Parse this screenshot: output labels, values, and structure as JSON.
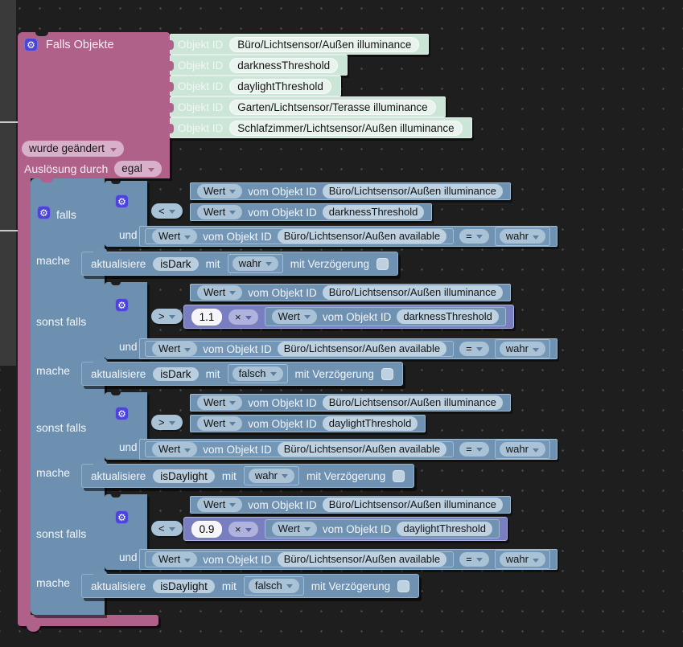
{
  "icons": {
    "gear": "⚙"
  },
  "colors": {
    "rule_pink": "#b0618a",
    "logic_blue": "#6d90b0",
    "math_violet": "#797ec1",
    "object_green": "#cbe5d6",
    "background": "#1e1e1e"
  },
  "rule": {
    "title": "Falls Objekte",
    "object_rows": [
      {
        "label": "Objekt ID",
        "value": "Büro/Lichtsensor/Außen illuminance"
      },
      {
        "label": "Objekt ID",
        "value": "darknessThreshold"
      },
      {
        "label": "Objekt ID",
        "value": "daylightThreshold"
      },
      {
        "label": "Objekt ID",
        "value": "Garten/Lichtsensor/Terasse illuminance"
      },
      {
        "label": "Objekt ID",
        "value": "Schlafzimmer/Lichtsensor/Außen illuminance"
      }
    ],
    "trigger": {
      "change": "wurde geändert",
      "by_label": "Auslösung durch",
      "mode": "egal"
    }
  },
  "if": {
    "branches": [
      {
        "keyword": "falls",
        "do_label": "mache",
        "and_label": "und",
        "a": {
          "wert": "Wert",
          "vom": "vom Objekt ID",
          "object": "Büro/Lichtsensor/Außen illuminance"
        },
        "op": "<",
        "b": {
          "wert": "Wert",
          "vom": "vom Objekt ID",
          "object": "darknessThreshold"
        },
        "avail": {
          "wert": "Wert",
          "vom": "vom Objekt ID",
          "object": "Büro/Lichtsensor/Außen available",
          "eq": "=",
          "bool": "wahr"
        },
        "action": {
          "verb": "aktualisiere",
          "target": "isDark",
          "mit": "mit",
          "value": "wahr",
          "delay_label": "mit Verzögerung"
        }
      },
      {
        "keyword": "sonst falls",
        "do_label": "mache",
        "and_label": "und",
        "a": {
          "wert": "Wert",
          "vom": "vom Objekt ID",
          "object": "Büro/Lichtsensor/Außen illuminance"
        },
        "op": ">",
        "factor": {
          "num": "1.1",
          "times": "×"
        },
        "b": {
          "wert": "Wert",
          "vom": "vom Objekt ID",
          "object": "darknessThreshold"
        },
        "avail": {
          "wert": "Wert",
          "vom": "vom Objekt ID",
          "object": "Büro/Lichtsensor/Außen available",
          "eq": "=",
          "bool": "wahr"
        },
        "action": {
          "verb": "aktualisiere",
          "target": "isDark",
          "mit": "mit",
          "value": "falsch",
          "delay_label": "mit Verzögerung"
        }
      },
      {
        "keyword": "sonst falls",
        "do_label": "mache",
        "and_label": "und",
        "a": {
          "wert": "Wert",
          "vom": "vom Objekt ID",
          "object": "Büro/Lichtsensor/Außen illuminance"
        },
        "op": ">",
        "b": {
          "wert": "Wert",
          "vom": "vom Objekt ID",
          "object": "daylightThreshold"
        },
        "avail": {
          "wert": "Wert",
          "vom": "vom Objekt ID",
          "object": "Büro/Lichtsensor/Außen available",
          "eq": "=",
          "bool": "wahr"
        },
        "action": {
          "verb": "aktualisiere",
          "target": "isDaylight",
          "mit": "mit",
          "value": "wahr",
          "delay_label": "mit Verzögerung"
        }
      },
      {
        "keyword": "sonst falls",
        "do_label": "mache",
        "and_label": "und",
        "a": {
          "wert": "Wert",
          "vom": "vom Objekt ID",
          "object": "Büro/Lichtsensor/Außen illuminance"
        },
        "op": "<",
        "factor": {
          "num": "0.9",
          "times": "×"
        },
        "b": {
          "wert": "Wert",
          "vom": "vom Objekt ID",
          "object": "daylightThreshold"
        },
        "avail": {
          "wert": "Wert",
          "vom": "vom Objekt ID",
          "object": "Büro/Lichtsensor/Außen available",
          "eq": "=",
          "bool": "wahr"
        },
        "action": {
          "verb": "aktualisiere",
          "target": "isDaylight",
          "mit": "mit",
          "value": "falsch",
          "delay_label": "mit Verzögerung"
        }
      }
    ]
  }
}
